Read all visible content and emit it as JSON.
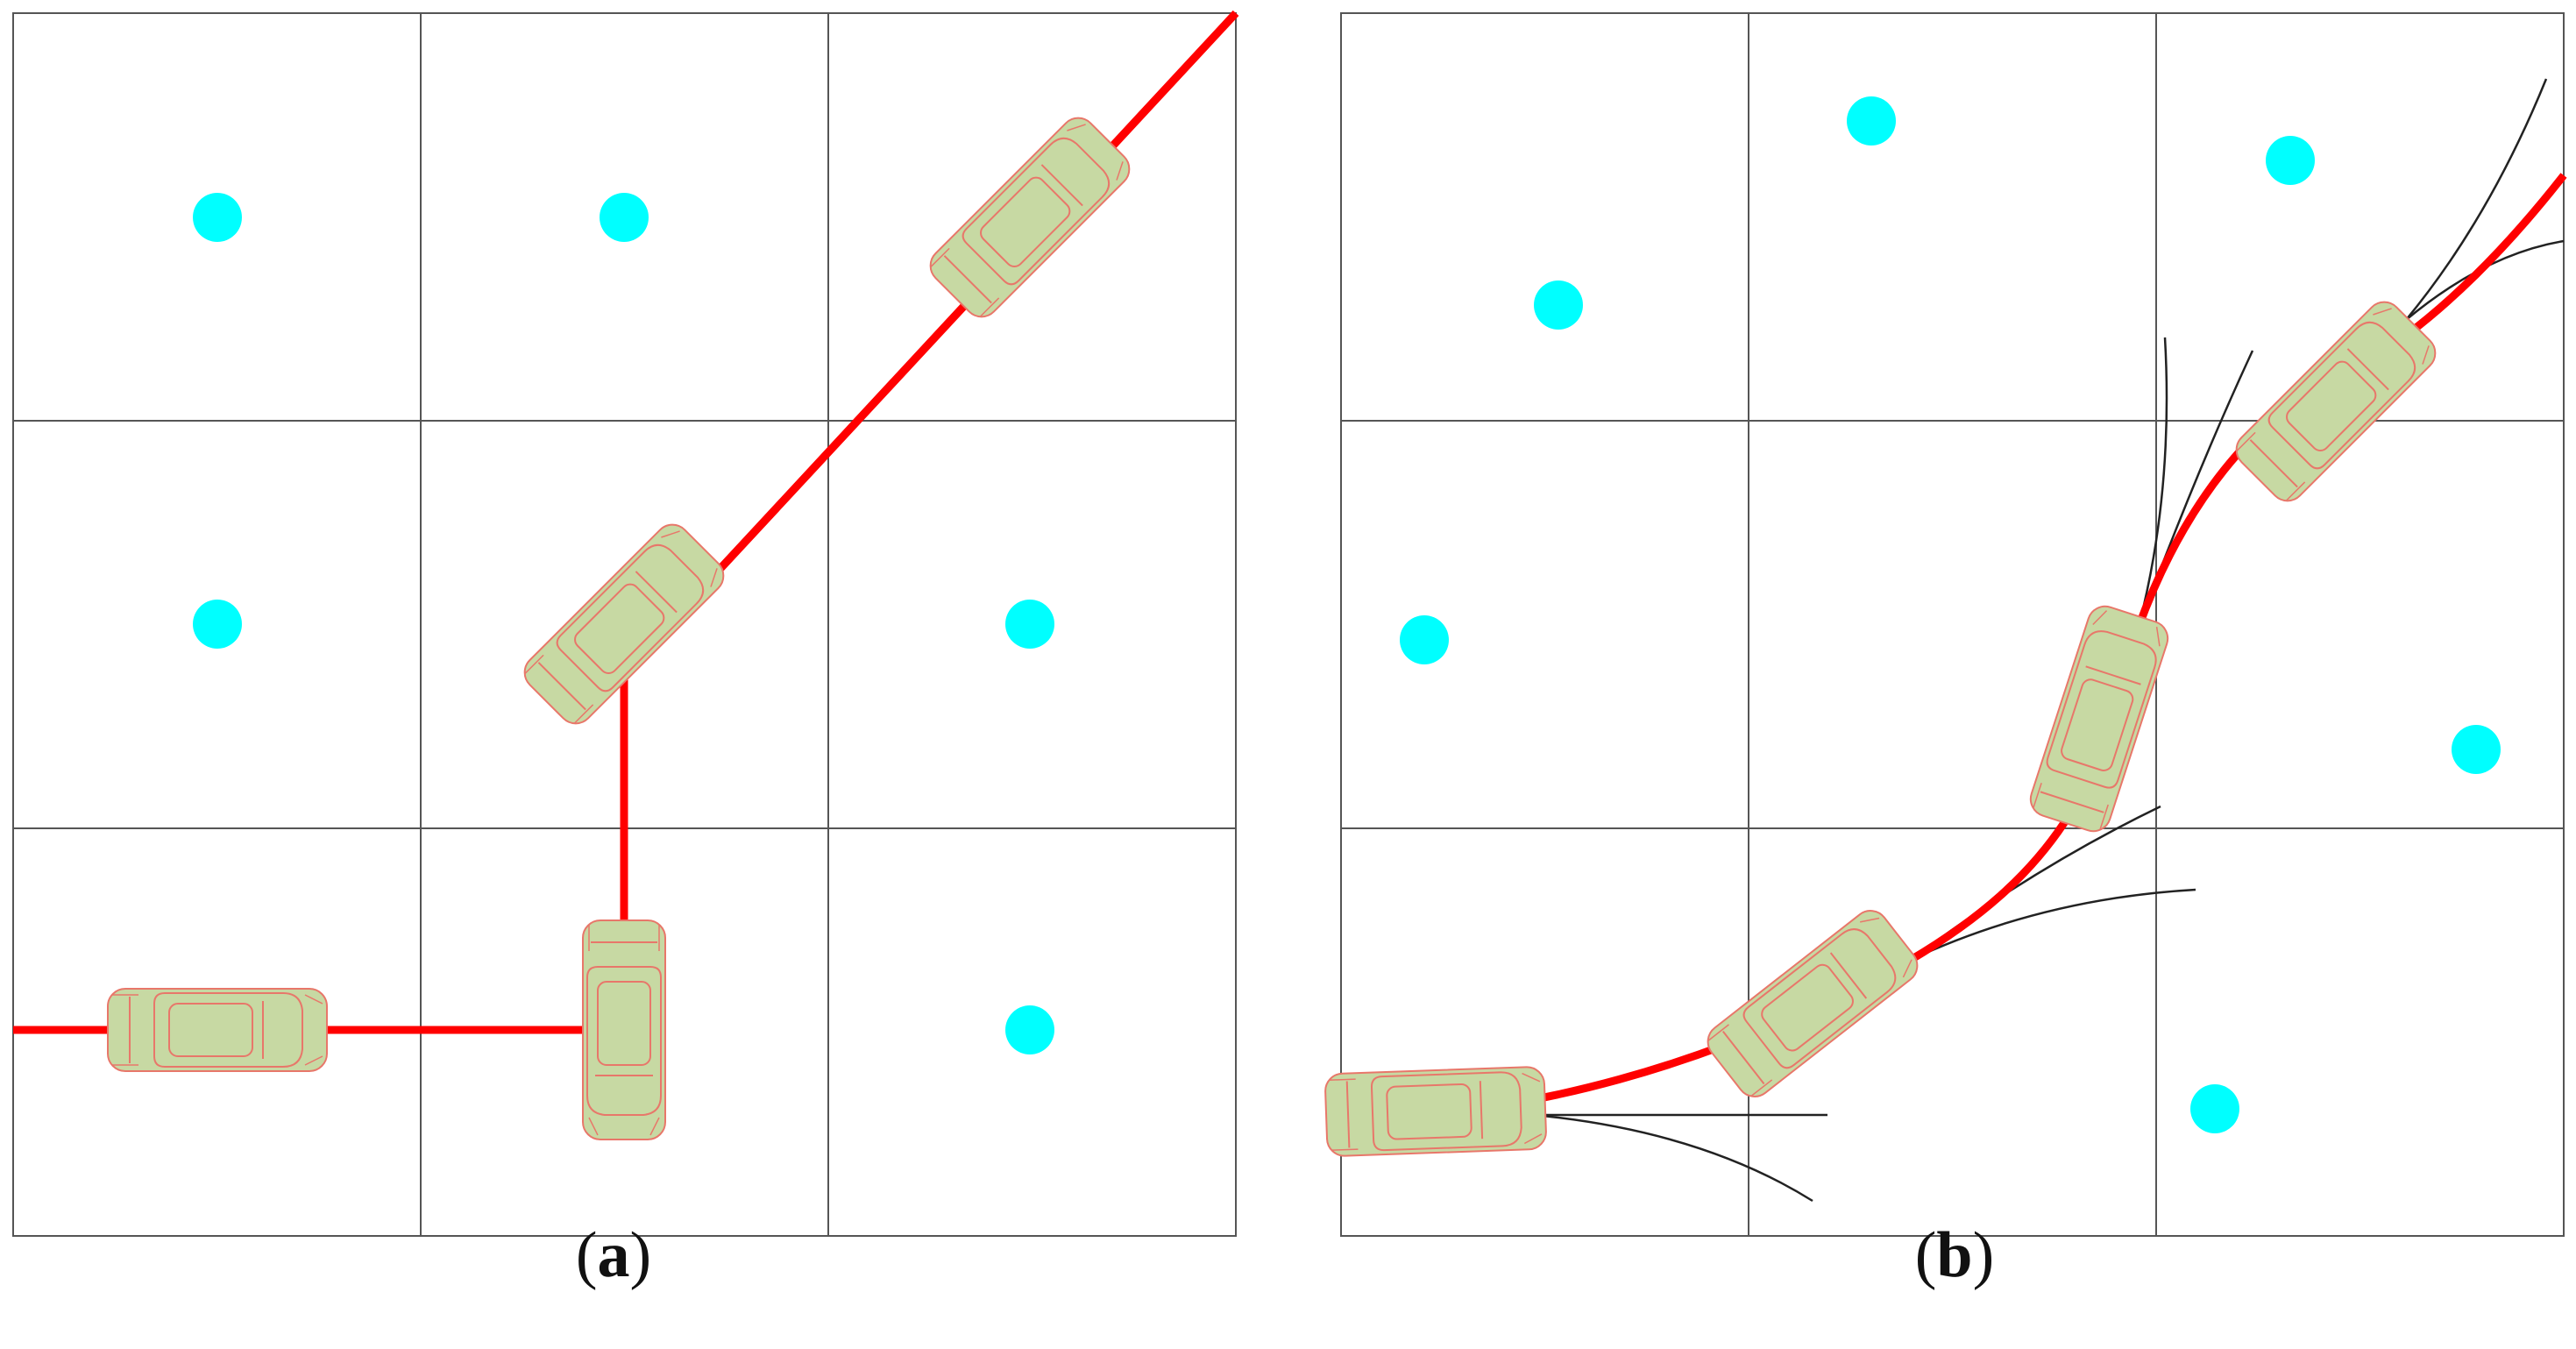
{
  "figure": {
    "panels": [
      {
        "id": "a",
        "label": "a",
        "path_kind": "grid-aligned polyline",
        "landmark_color": "#00FFFF",
        "path_color": "#FF0000",
        "vehicle_fill": "#C7D9A3",
        "vehicle_outline": "#E8776A",
        "grid_color": "#555555"
      },
      {
        "id": "b",
        "label": "b",
        "path_kind": "smooth curve with candidate trajectories",
        "landmark_color": "#00FFFF",
        "path_color": "#FF0000",
        "candidate_color": "#222222",
        "vehicle_fill": "#C7D9A3",
        "vehicle_outline": "#E8776A",
        "grid_color": "#555555"
      }
    ]
  }
}
